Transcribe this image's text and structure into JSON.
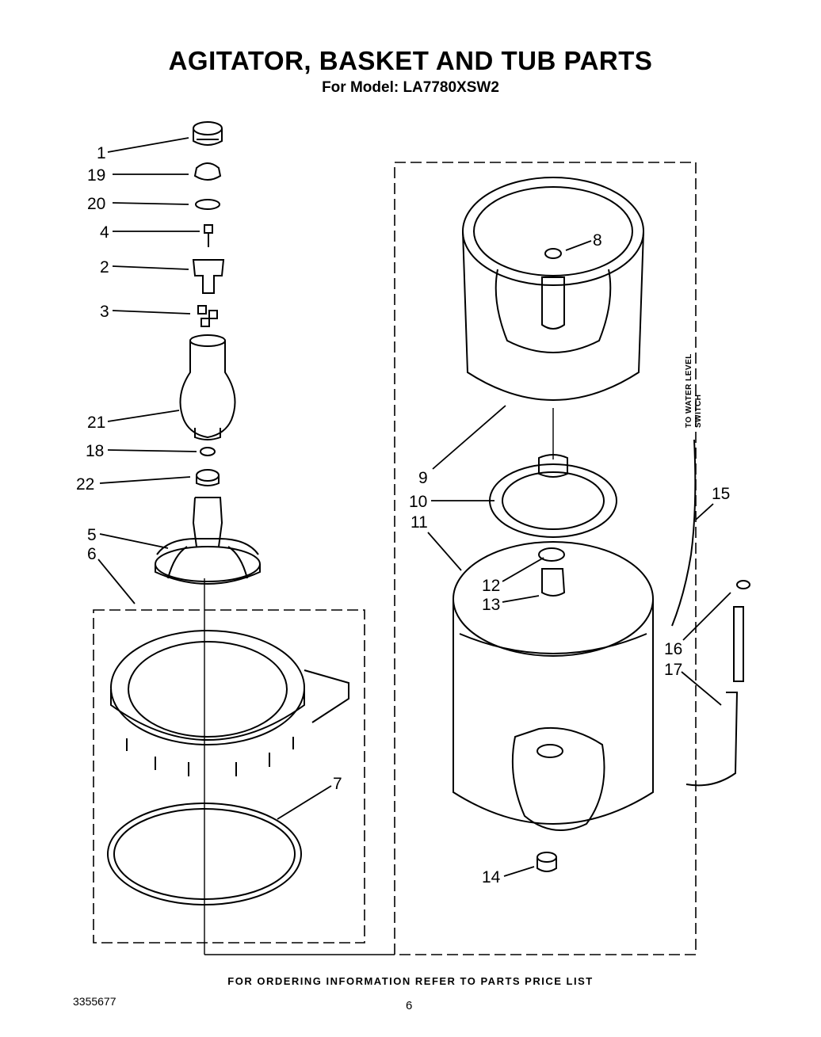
{
  "header": {
    "title": "AGITATOR, BASKET AND TUB PARTS",
    "subtitle": "For Model: LA7780XSW2"
  },
  "callouts": [
    "1",
    "19",
    "20",
    "4",
    "2",
    "3",
    "21",
    "18",
    "22",
    "5",
    "6",
    "7",
    "8",
    "9",
    "10",
    "11",
    "12",
    "13",
    "14",
    "15",
    "16",
    "17"
  ],
  "side_label": {
    "line1": "TO WATER LEVEL",
    "line2": "SWITCH"
  },
  "footer": {
    "note": "FOR ORDERING INFORMATION REFER TO PARTS PRICE LIST",
    "doc_number": "3355677",
    "page_number": "6"
  }
}
